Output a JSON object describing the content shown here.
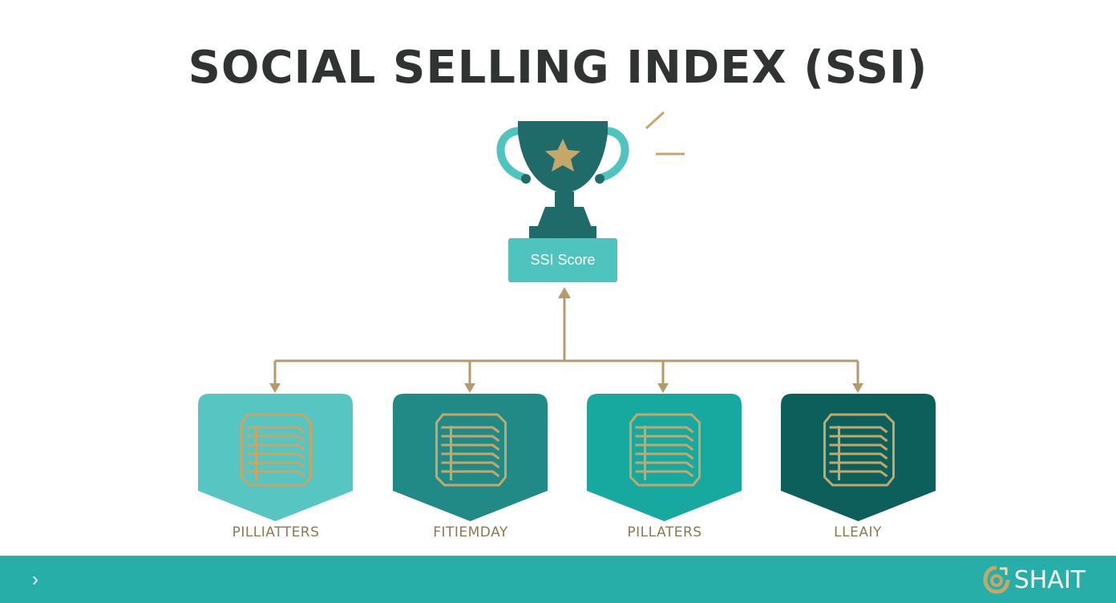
{
  "title": "SOCIAL SELLING INDEX (SSI)",
  "score_label": "SSI Score",
  "pillars": [
    {
      "label": "PILLIATTERS",
      "color": "#57c6c2"
    },
    {
      "label": "FITIEMDAY",
      "color": "#228a86"
    },
    {
      "label": "PILLATERS",
      "color": "#17a89f"
    },
    {
      "label": "LLEAIY",
      "color": "#0d5f5c"
    }
  ],
  "colors": {
    "trophy": "#1f6b69",
    "trophy_handles": "#4fc3bd",
    "star": "#c6a76a",
    "connector": "#b49a6c",
    "footer": "#27aea8"
  },
  "footer": {
    "nav_icon": "chevron-right-icon",
    "logo_text": "SHAIT"
  }
}
